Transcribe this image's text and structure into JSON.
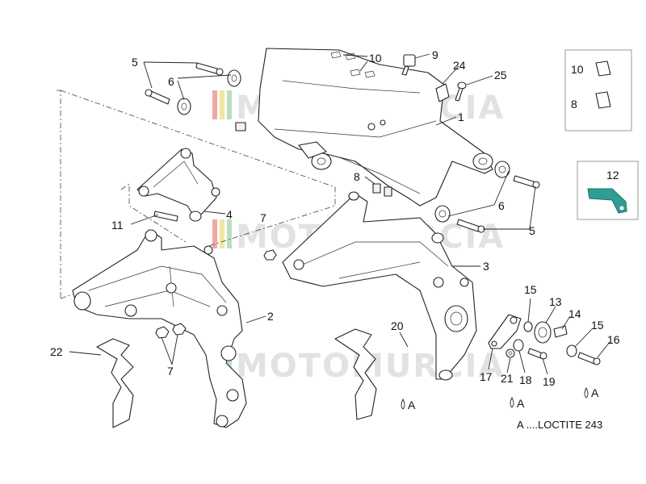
{
  "callouts": {
    "c1": "1",
    "c2": "2",
    "c3": "3",
    "c4": "4",
    "c5a": "5",
    "c5b": "5",
    "c6a": "6",
    "c6b": "6",
    "c7a": "7",
    "c7b": "7",
    "c8a": "8",
    "c8b": "8",
    "c9": "9",
    "c10a": "10",
    "c10b": "10",
    "c11": "11",
    "c12": "12",
    "c13": "13",
    "c14": "14",
    "c15a": "15",
    "c15b": "15",
    "c16": "16",
    "c17": "17",
    "c18": "18",
    "c19": "19",
    "c20": "20",
    "c21": "21",
    "c22": "22",
    "c24": "24",
    "c25": "25"
  },
  "loctite_marks": {
    "m1": "A",
    "m2": "A",
    "m3": "A"
  },
  "watermark": {
    "text": "MOTOMURCIA"
  },
  "legend": {
    "loctite_note": "A ....LOCTITE 243"
  },
  "colors": {
    "bracket_12": "#2e9e94",
    "watermark_red": "#e2625a",
    "watermark_yellow": "#e8d25a",
    "watermark_green": "#7fc48a"
  }
}
